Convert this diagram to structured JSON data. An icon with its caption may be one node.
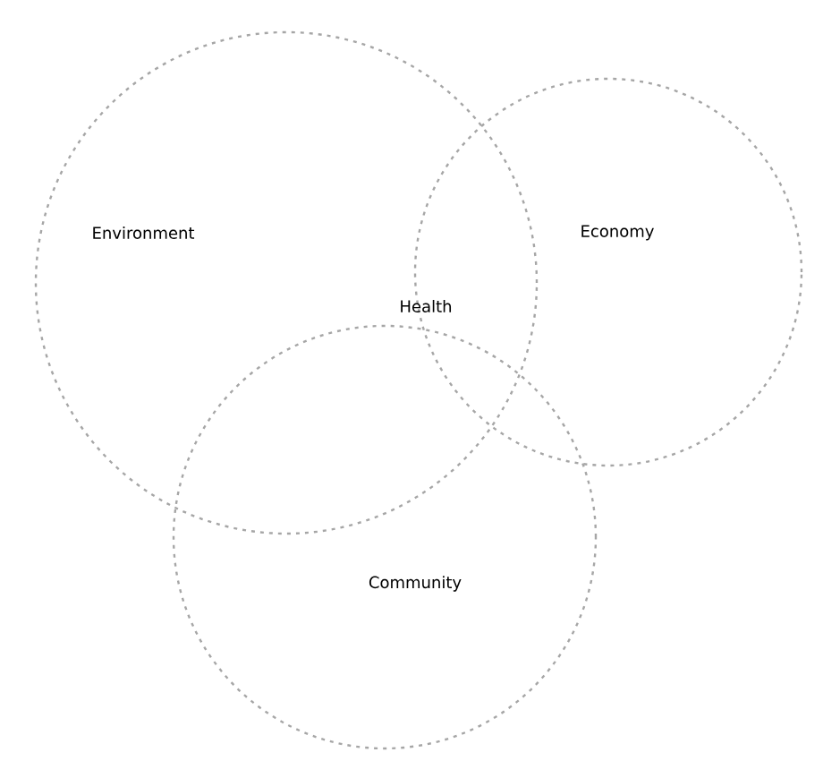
{
  "diagram": {
    "nodes": [
      {
        "text": [
          "Environment"
        ]
      },
      {
        "text": [
          "Economy"
        ]
      },
      {
        "text": [
          "Community"
        ]
      }
    ],
    "labels": [
      "Health"
    ]
  }
}
